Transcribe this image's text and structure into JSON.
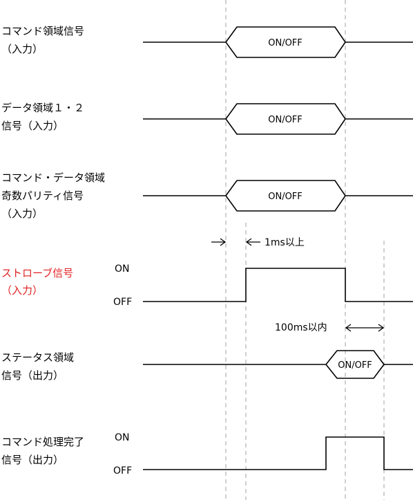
{
  "colors": {
    "text": "#000000",
    "highlight": "#e01f1f",
    "signal_line": "#000000",
    "guide_line": "#a0a0a0"
  },
  "signals": [
    {
      "id": "command",
      "label_lines": [
        "コマンド領域信号",
        "（入力）"
      ],
      "highlight": false,
      "box_text": "ON/OFF"
    },
    {
      "id": "data",
      "label_lines": [
        "データ領域１・２",
        "信号（入力）"
      ],
      "highlight": false,
      "box_text": "ON/OFF"
    },
    {
      "id": "parity",
      "label_lines": [
        "コマンド・データ領域",
        "奇数パリティ信号",
        "（入力）"
      ],
      "highlight": false,
      "box_text": "ON/OFF"
    },
    {
      "id": "strobe",
      "label_lines": [
        "ストローブ信号",
        "（入力）"
      ],
      "highlight": true,
      "level_on": "ON",
      "level_off": "OFF"
    },
    {
      "id": "status",
      "label_lines": [
        "ステータス領域",
        "信号（出力）"
      ],
      "highlight": false,
      "box_text": "ON/OFF"
    },
    {
      "id": "complete",
      "label_lines": [
        "コマンド処理完了",
        "信号（出力）"
      ],
      "highlight": false,
      "level_on": "ON",
      "level_off": "OFF"
    }
  ],
  "annotations": {
    "setup_time": "1ms以上",
    "response_time": "100ms以内"
  }
}
